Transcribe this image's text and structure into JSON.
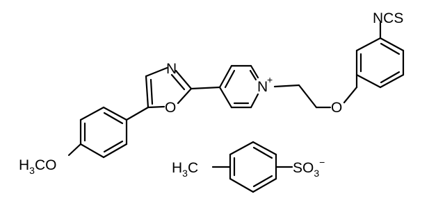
{
  "structure": {
    "labels": {
      "oxazole_n": "N",
      "oxazole_o": "O",
      "pyridinium_n": "N",
      "pyridinium_charge": "+",
      "ether_o": "O",
      "isothiocyanate": "NCS",
      "methoxy_h": "H",
      "methoxy_3": "3",
      "methoxy_co": "CO",
      "methyl_h": "H",
      "methyl_3": "3",
      "methyl_c": "C",
      "sulfonate_so": "SO",
      "sulfonate_3": "3",
      "sulfonate_charge": "−"
    }
  },
  "colors": {
    "bond": "#000000",
    "background": "#ffffff"
  }
}
